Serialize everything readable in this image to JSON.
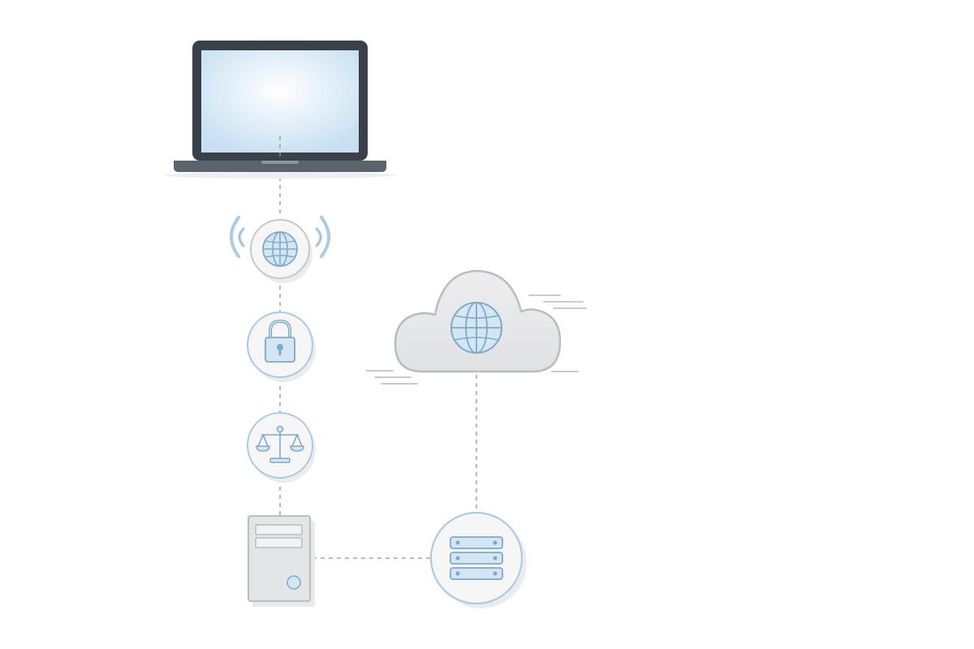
{
  "diagram": {
    "nodes": [
      {
        "id": "laptop",
        "icon": "laptop-icon"
      },
      {
        "id": "wifi-globe",
        "icon": "wifi-globe-icon"
      },
      {
        "id": "lock",
        "icon": "padlock-icon"
      },
      {
        "id": "scales",
        "icon": "scales-icon"
      },
      {
        "id": "server",
        "icon": "server-tower-icon"
      },
      {
        "id": "cloud",
        "icon": "cloud-globe-icon"
      },
      {
        "id": "database",
        "icon": "database-stack-icon"
      }
    ],
    "connections": [
      [
        "laptop",
        "wifi-globe"
      ],
      [
        "wifi-globe",
        "lock"
      ],
      [
        "lock",
        "scales"
      ],
      [
        "scales",
        "server"
      ],
      [
        "server",
        "database"
      ],
      [
        "cloud",
        "database"
      ]
    ],
    "colors": {
      "accent_blue": "#a9cbe3",
      "accent_blue_fill": "#d3e6f3",
      "icon_stroke": "#7fa9c8",
      "gray_fill": "#e4e5e7",
      "gray_stroke": "#b9bcc0",
      "laptop_body": "#3a4049",
      "dash_line": "#8e939a"
    }
  }
}
